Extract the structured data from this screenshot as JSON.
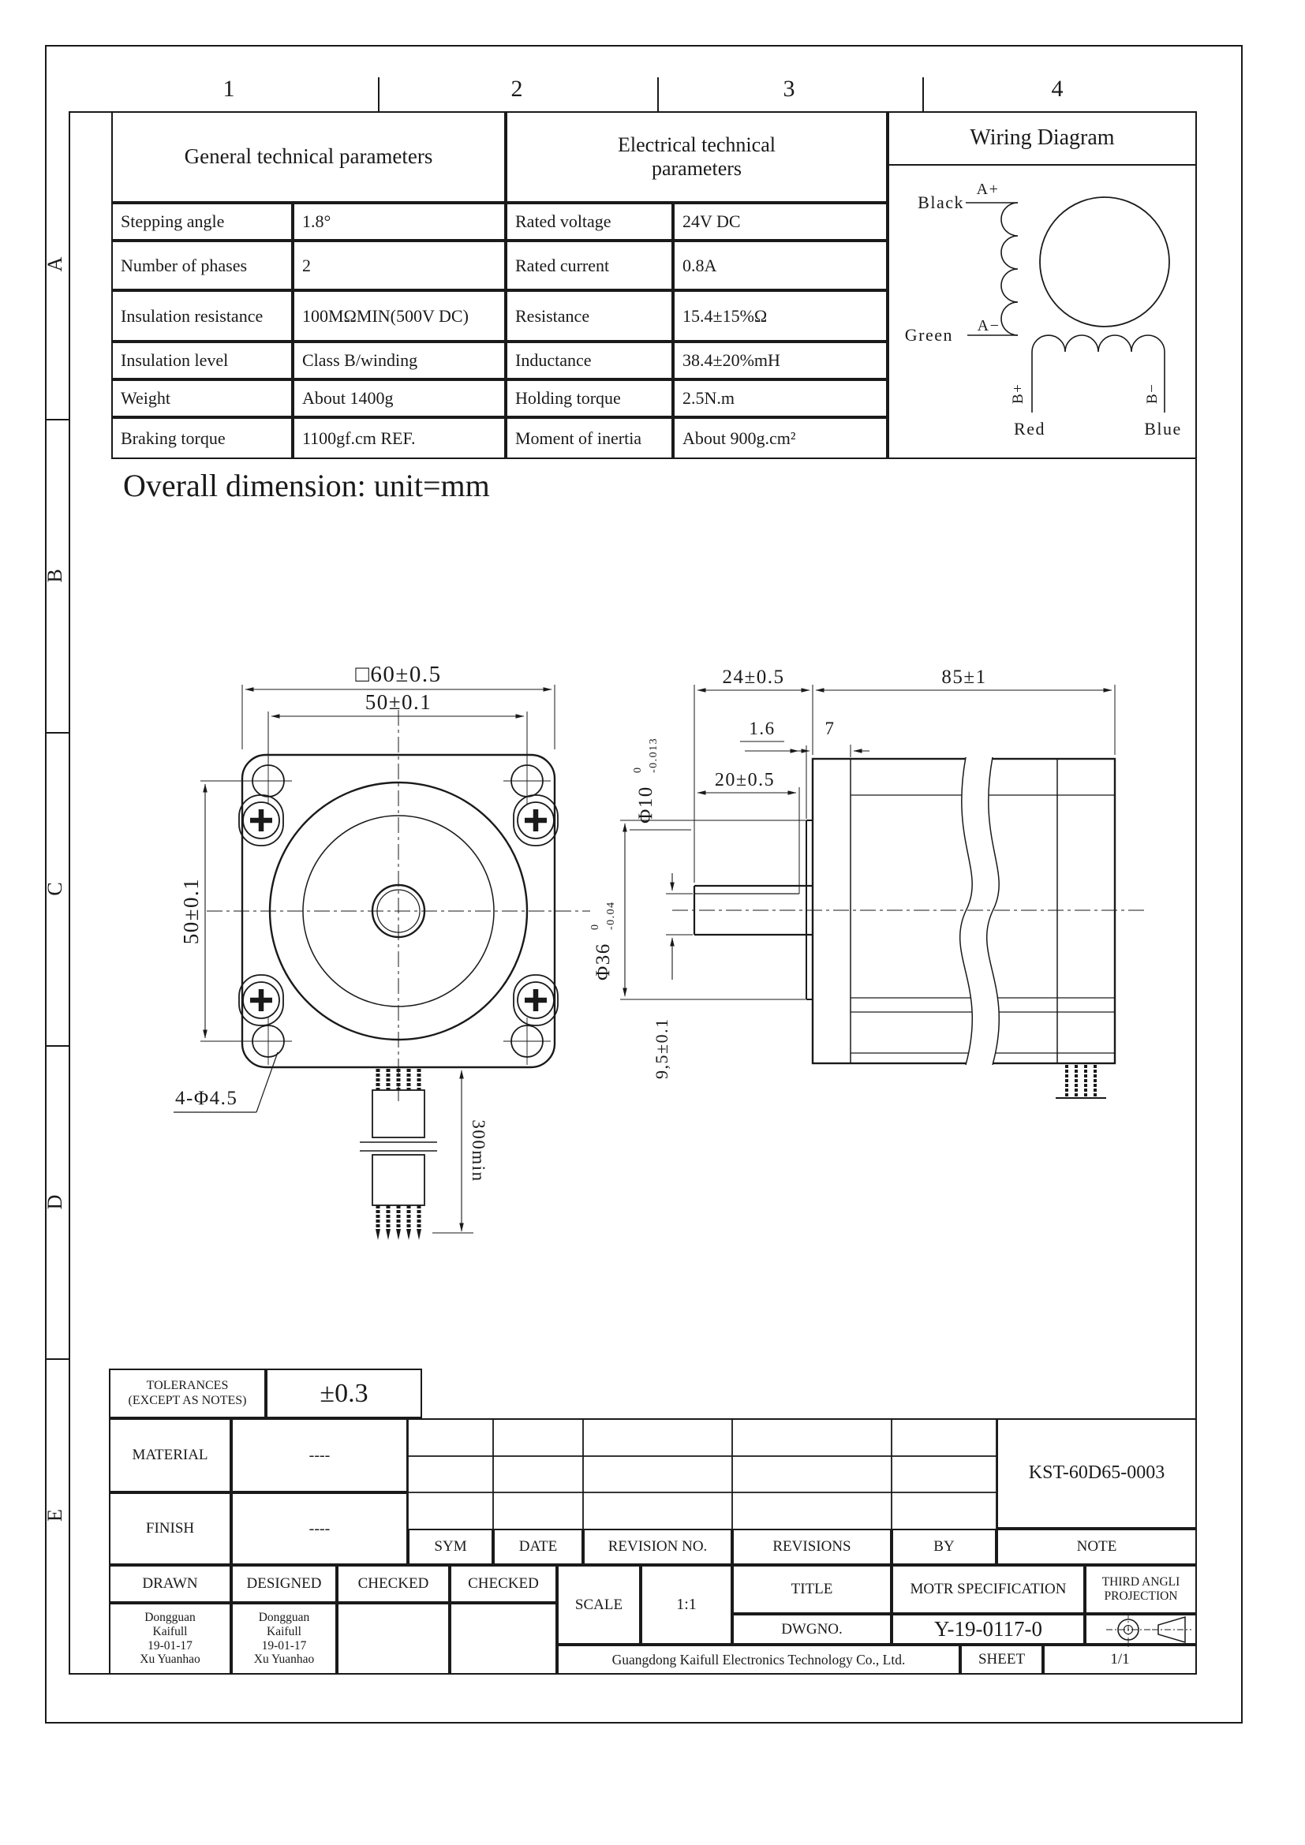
{
  "zones": {
    "cols": [
      "1",
      "2",
      "3",
      "4"
    ],
    "rows": [
      "A",
      "B",
      "C",
      "D",
      "E"
    ]
  },
  "general": {
    "title": "General technical parameters",
    "rows": [
      [
        "Stepping angle",
        "1.8°"
      ],
      [
        "Number of phases",
        "2"
      ],
      [
        "Insulation resistance",
        "100MΩMIN(500V DC)"
      ],
      [
        "Insulation level",
        "Class B/winding"
      ],
      [
        "Weight",
        "About 1400g"
      ],
      [
        "Braking torque",
        "1100gf.cm REF."
      ]
    ]
  },
  "electrical": {
    "title1": "Electrical technical",
    "title2": "parameters",
    "rows": [
      [
        "Rated voltage",
        "24V DC"
      ],
      [
        "Rated current",
        "0.8A"
      ],
      [
        "Resistance",
        "15.4±15%Ω"
      ],
      [
        "Inductance",
        "38.4±20%mH"
      ],
      [
        "Holding torque",
        "2.5N.m"
      ],
      [
        "Moment of inertia",
        "About 900g.cm²"
      ]
    ]
  },
  "wiring": {
    "title": "Wiring Diagram",
    "black": "Black",
    "a_plus": "A+",
    "green": "Green",
    "a_minus": "A−",
    "b_plus": "B+",
    "b_minus": "B−",
    "red": "Red",
    "blue": "Blue"
  },
  "section": {
    "title": "Overall dimension: unit=mm"
  },
  "dims": {
    "front_width": "□60±0.5",
    "hole_pitch_h": "50±0.1",
    "hole_pitch_v": "50±0.1",
    "holes_note": "4-Φ4.5",
    "lead_length": "300min",
    "shaft_ext": "24±0.5",
    "body_length": "85±1",
    "boss_height": "1.6",
    "plate_width": "7",
    "flat_length": "20±0.5",
    "shaft_dia": "Φ10",
    "shaft_dia_sup": "0",
    "shaft_dia_sub": "-0.013",
    "boss_dia": "Φ36",
    "boss_dia_sup": "0",
    "boss_dia_sub": "-0.04",
    "flat_depth": "9,5±0.1"
  },
  "tolerance": {
    "line1": "TOLERANCES",
    "line2": "(EXCEPT AS NOTES)",
    "value": "±0.3"
  },
  "titleblock": {
    "material": "MATERIAL",
    "material_value": "----",
    "finish": "FINISH",
    "finish_value": "----",
    "sym": "SYM",
    "date": "DATE",
    "revision_no": "REVISION NO.",
    "revisions": "REVISIONS",
    "by": "BY",
    "note": "NOTE",
    "part_no": "KST-60D65-0003",
    "drawn": "DRAWN",
    "designed": "DESIGNED",
    "checked1": "CHECKED",
    "checked2": "CHECKED",
    "drawn_value": [
      "Dongguan",
      "Kaifull",
      "19-01-17",
      "Xu Yuanhao"
    ],
    "designed_value": [
      "Dongguan",
      "Kaifull",
      "19-01-17",
      "Xu Yuanhao"
    ],
    "scale": "SCALE",
    "scale_value": "1:1",
    "title": "TITLE",
    "title_value": "MOTR SPECIFICATION",
    "dwgno": "DWGNO.",
    "dwgno_value": "Y-19-0117-0",
    "projection_line1": "THIRD ANGLI",
    "projection_line2": "PROJECTION",
    "company": "Guangdong Kaifull Electronics Technology Co., Ltd.",
    "sheet": "SHEET",
    "sheet_value": "1/1"
  }
}
